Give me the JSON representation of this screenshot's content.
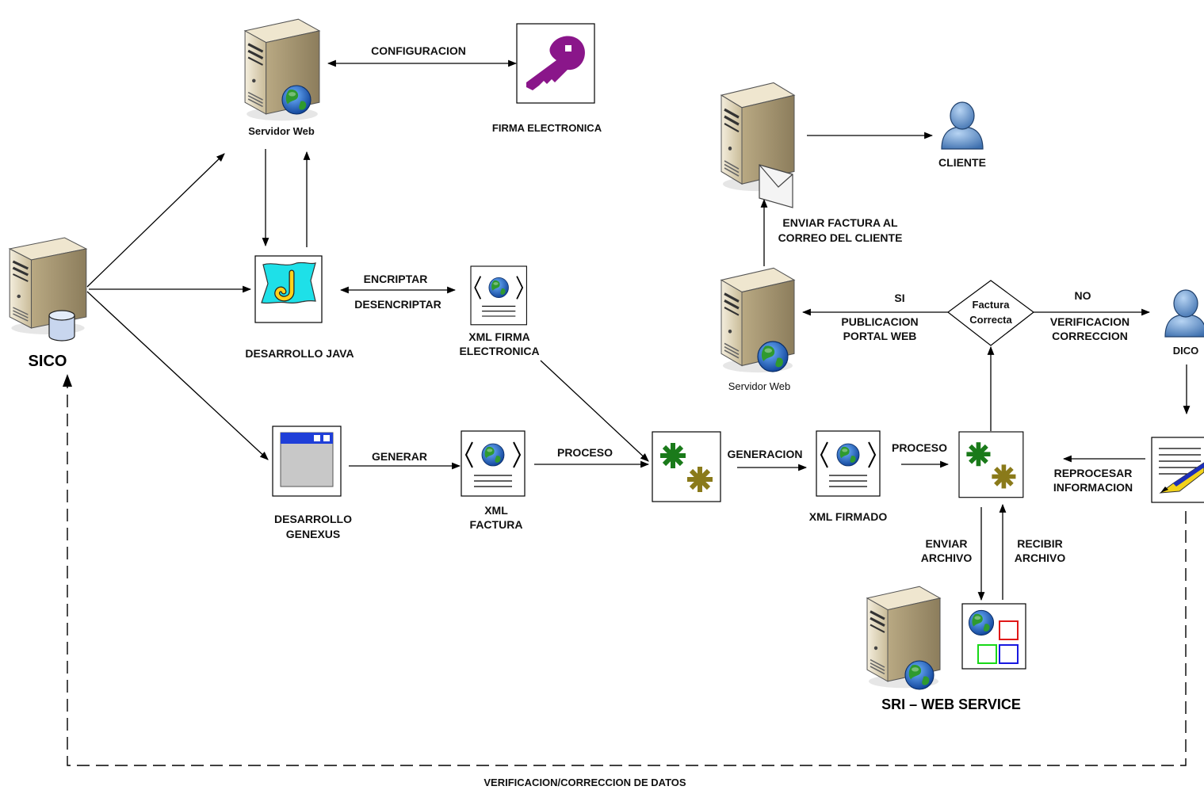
{
  "nodes": {
    "sico": "SICO",
    "servidor_web_top": "Servidor Web",
    "firma_electronica": "FIRMA ELECTRONICA",
    "desarrollo_java": "DESARROLLO JAVA",
    "xml_firma_electronica": [
      "XML FIRMA",
      "ELECTRONICA"
    ],
    "desarrollo_genexus": [
      "DESARROLLO",
      "GENEXUS"
    ],
    "xml_factura": [
      "XML",
      "FACTURA"
    ],
    "xml_firmado": "XML FIRMADO",
    "cliente": "CLIENTE",
    "servidor_web_right": "Servidor Web",
    "factura_correcta": [
      "Factura",
      "Correcta"
    ],
    "dico": "DICO",
    "sri_web_service": "SRI – WEB SERVICE"
  },
  "edges": {
    "configuracion": "CONFIGURACION",
    "encriptar": "ENCRIPTAR",
    "desencriptar": "DESENCRIPTAR",
    "generar": "GENERAR",
    "proceso_1": "PROCESO",
    "generacion": "GENERACION",
    "proceso_2": "PROCESO",
    "enviar_factura": [
      "ENVIAR FACTURA AL",
      "CORREO DEL CLIENTE"
    ],
    "si": "SI",
    "publicacion": [
      "PUBLICACION",
      "PORTAL WEB"
    ],
    "no": "NO",
    "verificacion": [
      "VERIFICACION",
      "CORRECCION"
    ],
    "reprocesar": [
      "REPROCESAR",
      "INFORMACION"
    ],
    "enviar_archivo": [
      "ENVIAR",
      "ARCHIVO"
    ],
    "recibir_archivo": [
      "RECIBIR",
      "ARCHIVO"
    ],
    "verificacion_datos": "VERIFICACION/CORRECCION DE DATOS"
  },
  "colors": {
    "server_body": "#d8ccb0",
    "globe_blue": "#1f6fd1",
    "globe_green": "#2f8f2f",
    "java_cyan": "#1ee0e8",
    "java_yellow": "#ffd21a",
    "key_purple": "#8a168a",
    "asterisk_green": "#1a7a1a",
    "asterisk_olive": "#8a7a1a",
    "person_blue": "#6b9fd8"
  }
}
